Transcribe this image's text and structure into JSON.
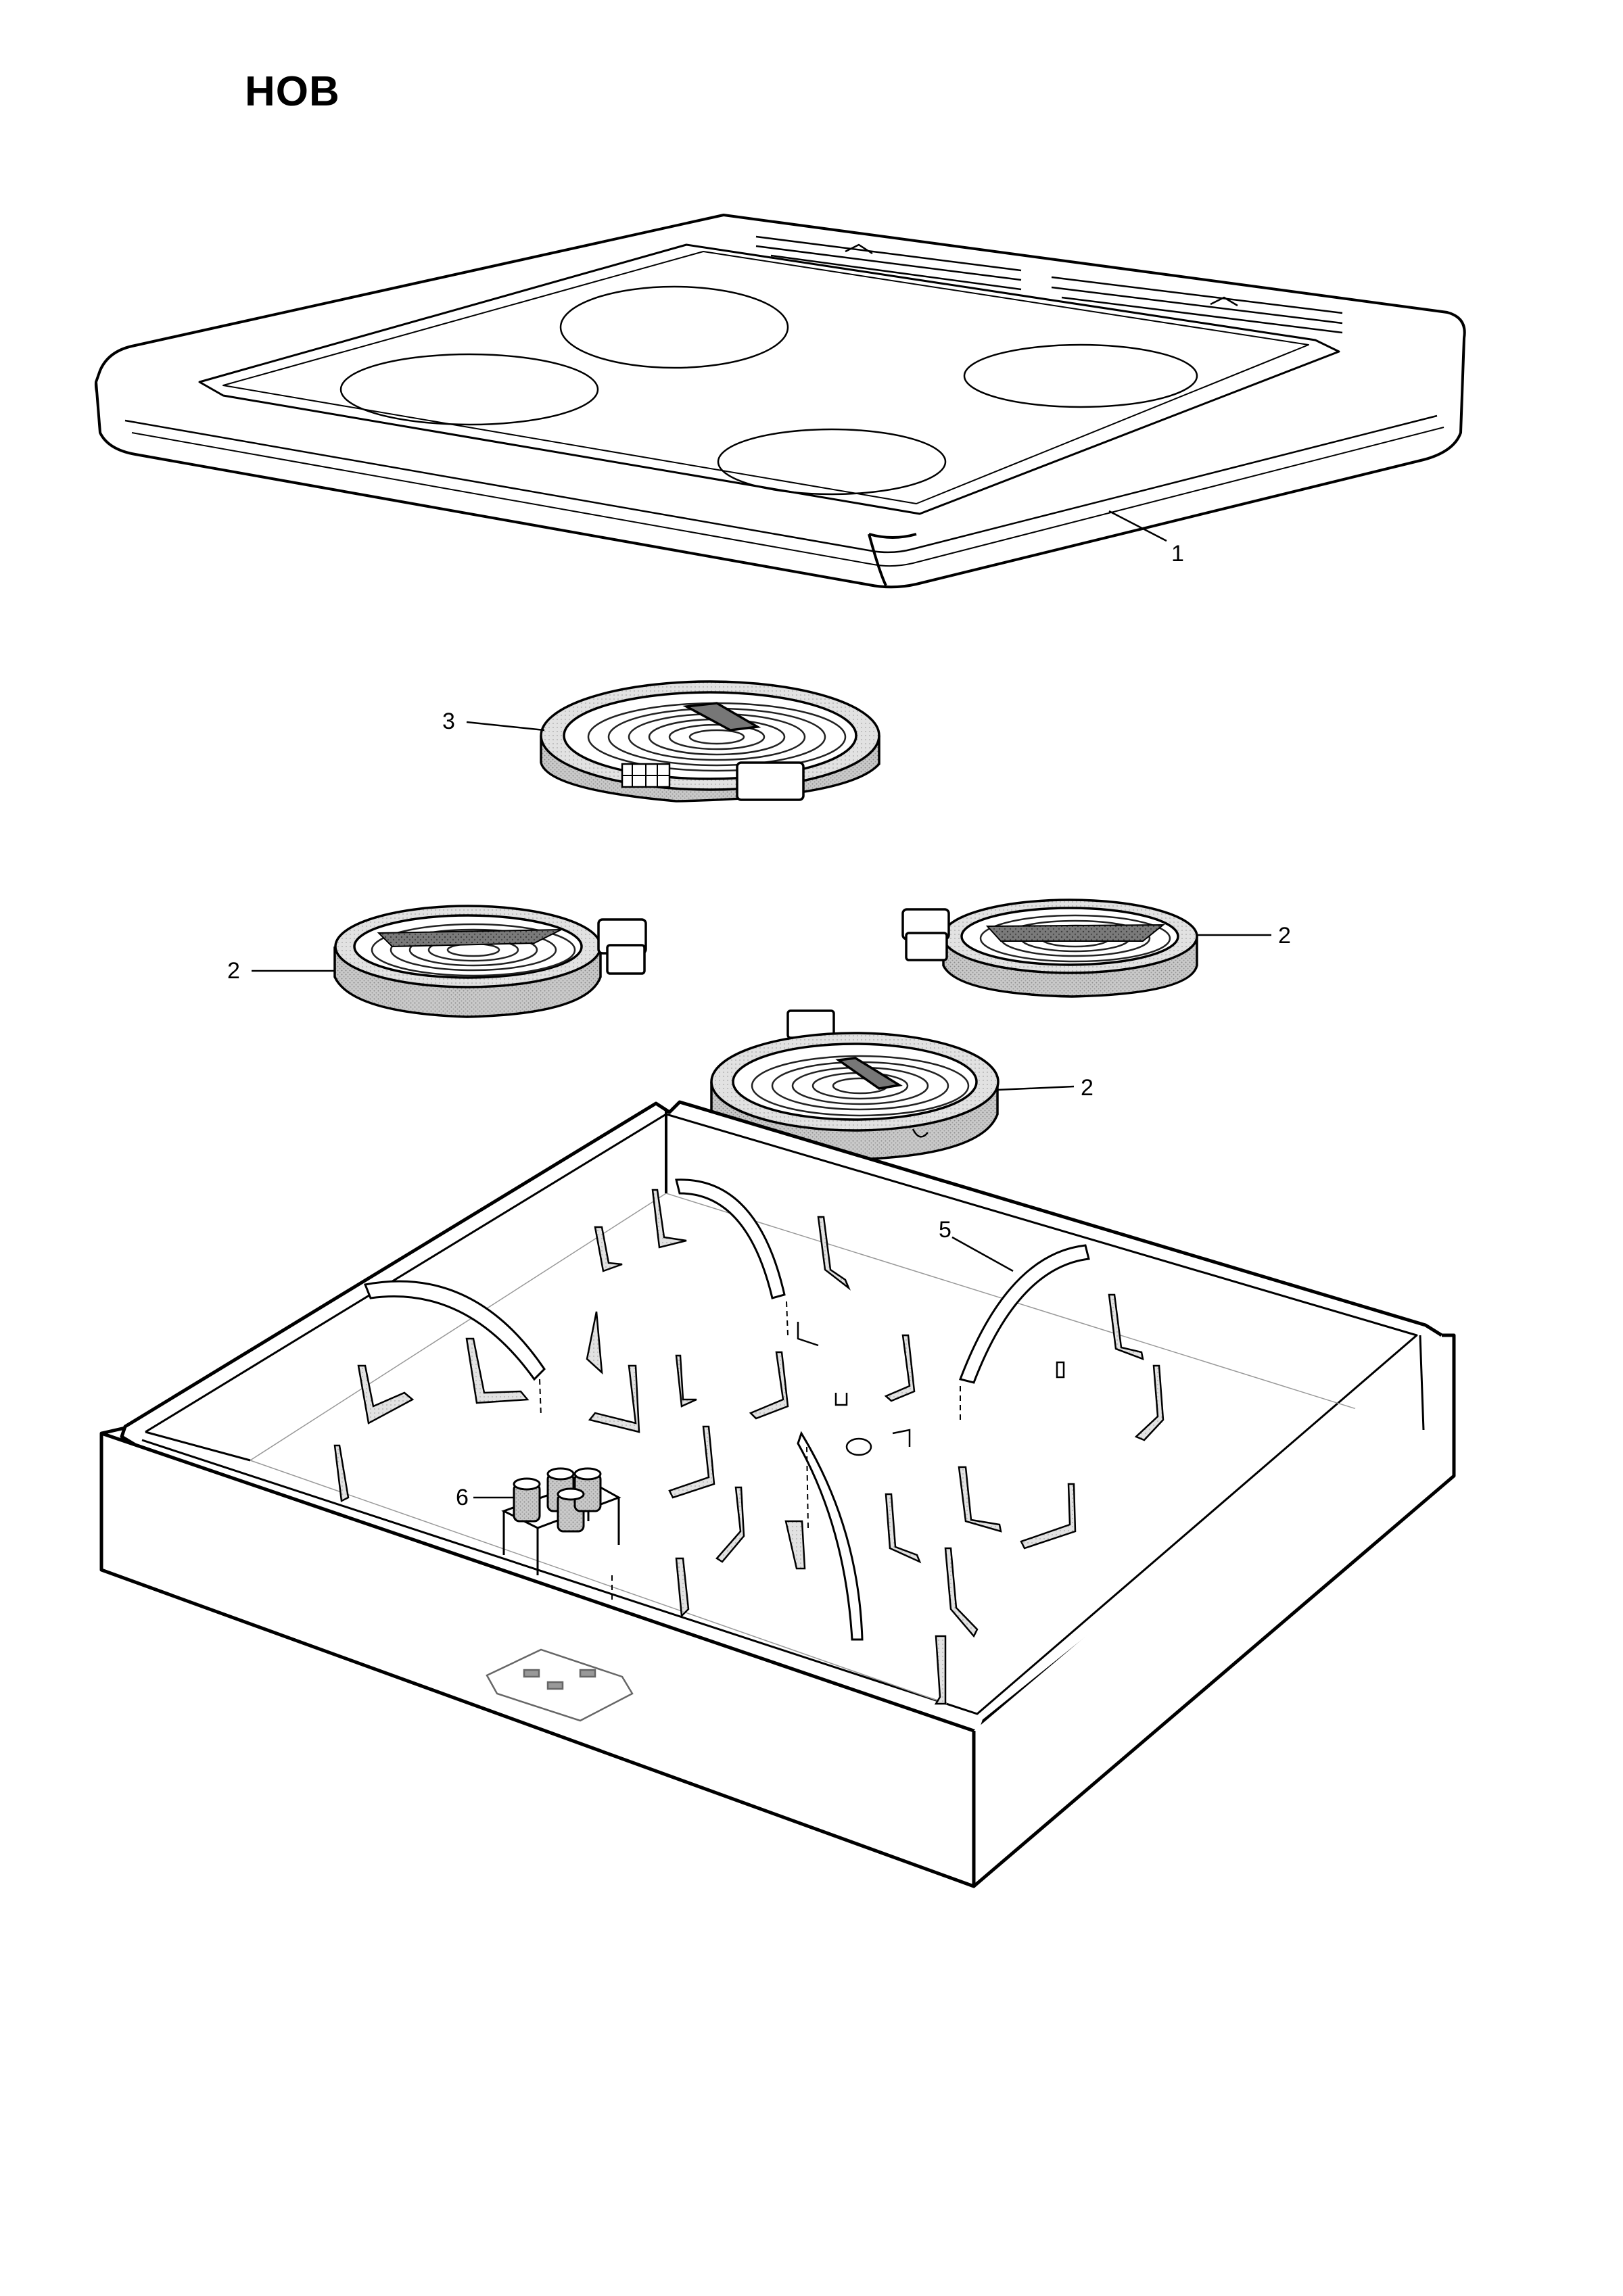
{
  "page": {
    "title": "HOB"
  },
  "callouts": {
    "hob_top": "1",
    "burner_right_small": "2",
    "burner_left": "2",
    "burner_front": "2",
    "burner_large": "3",
    "support_arm": "5",
    "terminal_block": "6"
  }
}
